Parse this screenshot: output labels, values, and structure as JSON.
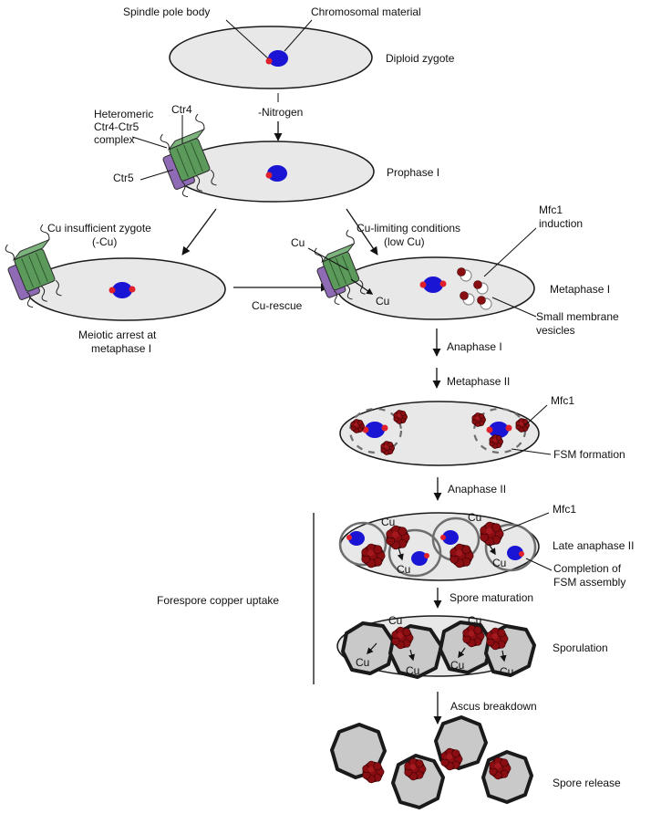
{
  "colors": {
    "cell": "#e8e8e8",
    "outline": "#1a1a1a",
    "nucleus": "#1a14d4",
    "spb": "#e0202a",
    "mfc1": "#8a0d12",
    "ctr4": "#5c9a5c",
    "ctr5": "#8f6bb5",
    "spore_fill": "#c9c9c9",
    "fsm": "#6e6e6e"
  },
  "icons": [
    "heteromeric-channel-icon",
    "mfc1-particle-icon",
    "vesicle-icon",
    "nucleus-icon",
    "spore-icon"
  ],
  "labels": {
    "spindle_pole_body": "Spindle pole body",
    "chromosomal_material": "Chromosomal material",
    "diploid_zygote": "Diploid zygote",
    "nitrogen": "-Nitrogen",
    "heteromeric_line1": "Heteromeric",
    "heteromeric_line2": "Ctr4-Ctr5",
    "heteromeric_line3": "complex",
    "ctr4": "Ctr4",
    "ctr5": "Ctr5",
    "prophase_i": "Prophase I",
    "cu_insufficient_line1": "Cu insufficient zygote",
    "cu_insufficient_line2": "(-Cu)",
    "cu_limiting_line1": "Cu-limiting conditions",
    "cu_limiting_line2": "(low Cu)",
    "mfc1_induction_line1": "Mfc1",
    "mfc1_induction_line2": "induction",
    "cu": "Cu",
    "cu_rescue": "Cu-rescue",
    "metaphase_i": "Metaphase I",
    "meiotic_arrest_line1": "Meiotic arrest at",
    "meiotic_arrest_line2": "metaphase I",
    "small_vesicles_line1": "Small membrane",
    "small_vesicles_line2": "vesicles",
    "anaphase_i": "Anaphase I",
    "metaphase_ii": "Metaphase II",
    "mfc1": "Mfc1",
    "fsm_formation": "FSM formation",
    "anaphase_ii": "Anaphase II",
    "late_anaphase_ii": "Late anaphase II",
    "completion_line1": "Completion of",
    "completion_line2": "FSM assembly",
    "forespore_copper_uptake": "Forespore copper uptake",
    "spore_maturation": "Spore maturation",
    "sporulation": "Sporulation",
    "ascus_breakdown": "Ascus breakdown",
    "spore_release": "Spore release"
  }
}
